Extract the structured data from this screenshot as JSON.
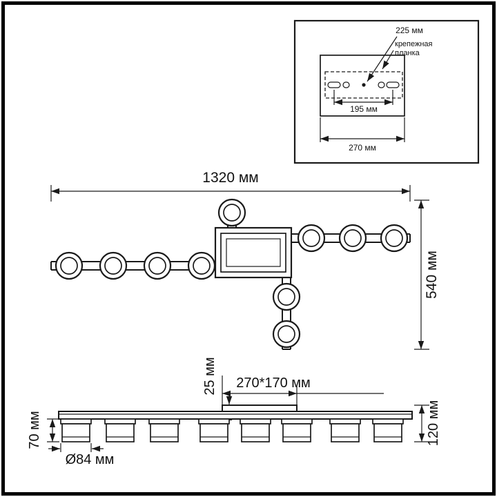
{
  "colors": {
    "background": "#ffffff",
    "line": "#1a1a1a"
  },
  "inset": {
    "dim_bracket_length": "225 мм",
    "bracket_label_line1": "крепежная",
    "bracket_label_line2": "планка",
    "dim_hole_spacing": "195 мм",
    "dim_plate_width": "270 мм"
  },
  "top_view": {
    "dim_total_width": "1320 мм",
    "dim_total_depth": "540 мм"
  },
  "side_view": {
    "dim_canopy_size": "270*170 мм",
    "dim_canopy_height": "25 мм",
    "dim_shade_height": "70 мм",
    "dim_total_height": "120 мм",
    "dim_shade_diameter": "Ø84 мм"
  }
}
